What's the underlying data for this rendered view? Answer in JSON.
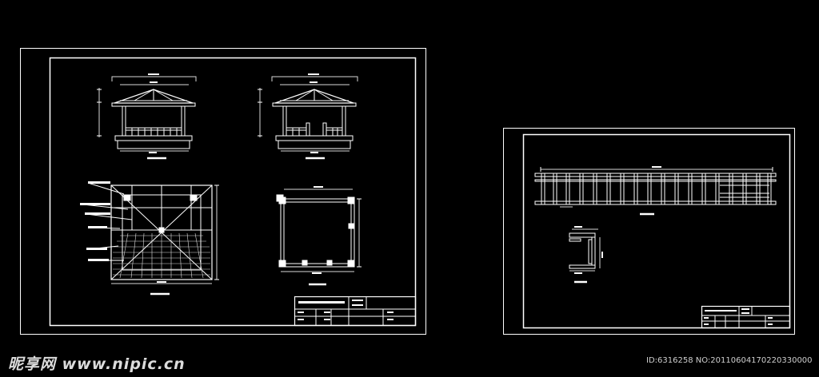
{
  "watermark": {
    "site": "昵享网 www.nipic.cn",
    "id_line": "ID:6316258 NO:20110604170220330000"
  },
  "colors": {
    "background": "#000000",
    "line": "#ffffff",
    "dim": "#d8d8d8"
  },
  "sheet_a": {
    "drawings": [
      "front-elevation",
      "side-elevation",
      "roof-plan",
      "column-plan"
    ]
  },
  "sheet_b": {
    "drawings": [
      "pergola-elevation",
      "beam-section"
    ]
  }
}
